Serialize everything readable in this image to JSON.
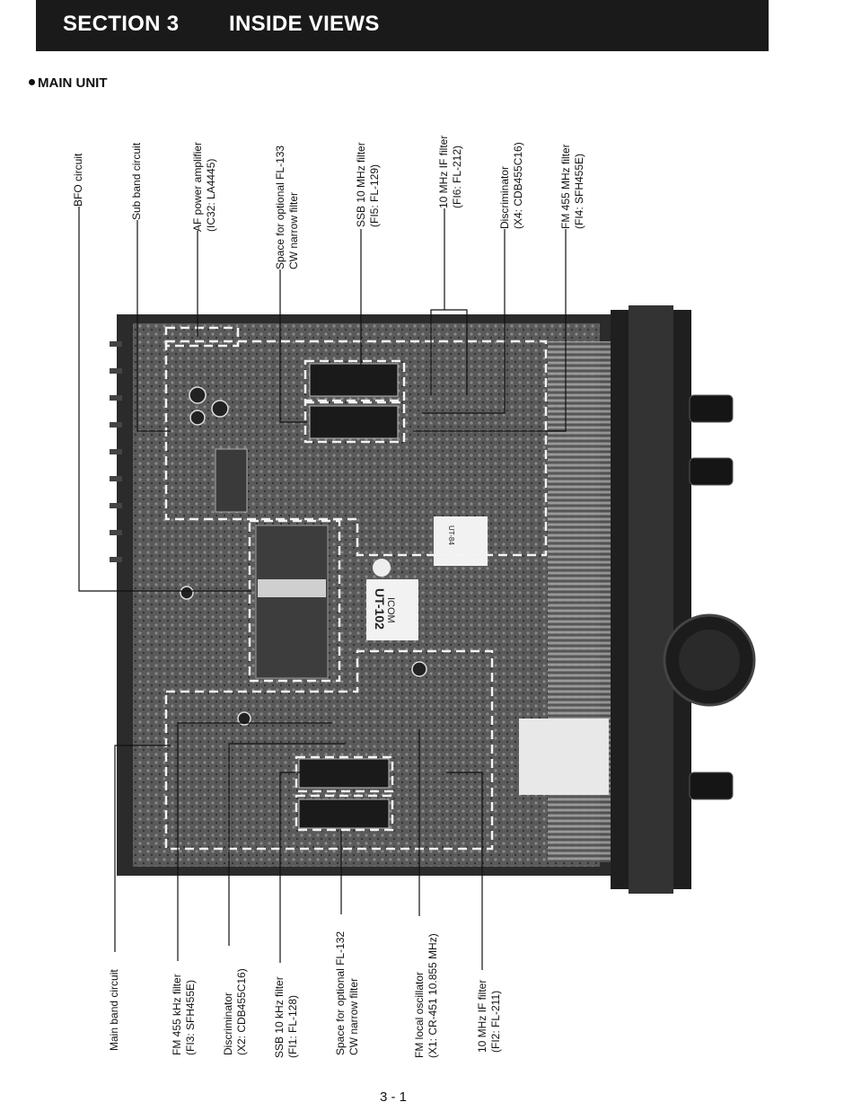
{
  "header": {
    "section": "SECTION 3",
    "title": "INSIDE VIEWS"
  },
  "subheading": "MAIN UNIT",
  "top_labels": [
    {
      "lines": [
        "BFO circuit"
      ]
    },
    {
      "lines": [
        "Sub band circuit"
      ]
    },
    {
      "lines": [
        "AF power amplifier",
        "(IC32: LA4445)"
      ]
    },
    {
      "lines": [
        "Space for optional FL-133",
        "CW narrow filter"
      ]
    },
    {
      "lines": [
        "SSB 10 MHz filter",
        "(FI5: FL-129)"
      ]
    },
    {
      "lines": [
        "10 MHz IF filter",
        "(FI6: FL-212)"
      ]
    },
    {
      "lines": [
        "Discriminator",
        "(X4: CDB455C16)"
      ]
    },
    {
      "lines": [
        "FM 455 MHz filter",
        "(FI4: SFH455E)"
      ]
    }
  ],
  "bottom_labels": [
    {
      "lines": [
        "Main band circuit"
      ]
    },
    {
      "lines": [
        "FM 455 kHz filter",
        "(FI3: SFH455E)"
      ]
    },
    {
      "lines": [
        "Discriminator",
        "(X2: CDB455C16)"
      ]
    },
    {
      "lines": [
        "SSB 10 kHz filter",
        "(FI1: FL-128)"
      ]
    },
    {
      "lines": [
        "Space for optional FL-132",
        "CW narrow filter"
      ]
    },
    {
      "lines": [
        "FM local oscillator",
        "(X1: CR-451 10.855 MHz)"
      ]
    },
    {
      "lines": [
        "10 MHz IF filter",
        "(FI2: FL-211)"
      ]
    }
  ],
  "photo": {
    "board_label_1": "ICOM",
    "board_label_2": "UT-102",
    "board_label_3": "UT-84"
  },
  "page_number": "3 - 1"
}
